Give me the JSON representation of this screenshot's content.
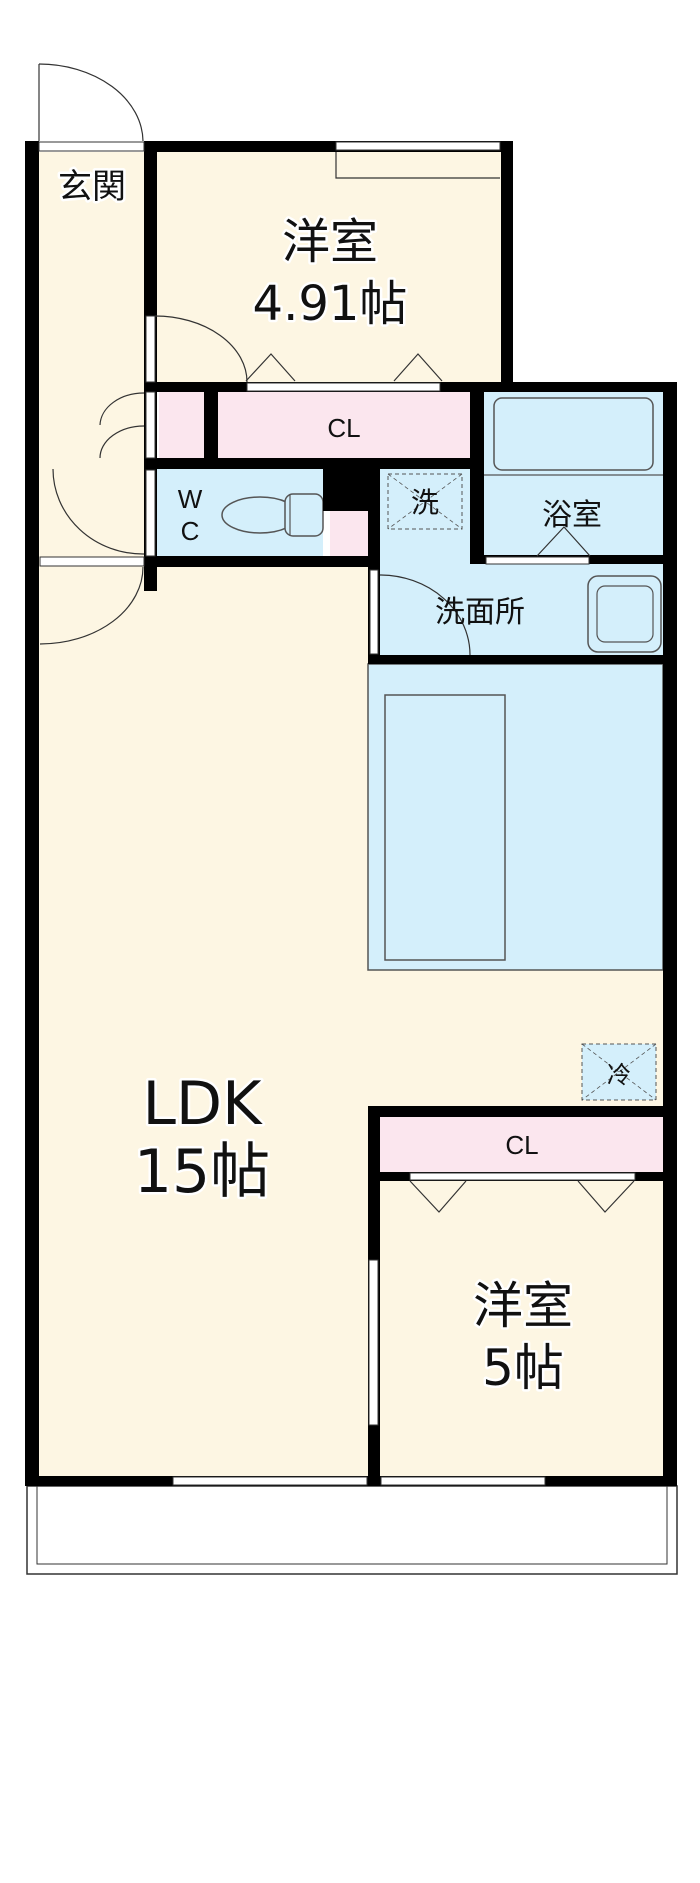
{
  "floorplan": {
    "rooms": {
      "entrance": {
        "label": "玄関"
      },
      "bedroom1": {
        "name": "洋室",
        "size": "4.91帖"
      },
      "closet1": {
        "label": "CL"
      },
      "wc": {
        "label_w": "W",
        "label_c": "C"
      },
      "washer": {
        "label": "洗"
      },
      "bath": {
        "label": "浴室"
      },
      "washroom": {
        "label": "洗面所"
      },
      "fridge": {
        "label": "冷"
      },
      "ldk": {
        "name": "LDK",
        "size": "15帖"
      },
      "closet2": {
        "label": "CL"
      },
      "bedroom2": {
        "name": "洋室",
        "size": "5帖"
      }
    },
    "colors": {
      "living": "#fdf6e3",
      "wet": "#d4effb",
      "closet": "#fbe6ee",
      "wall": "#000000"
    }
  }
}
